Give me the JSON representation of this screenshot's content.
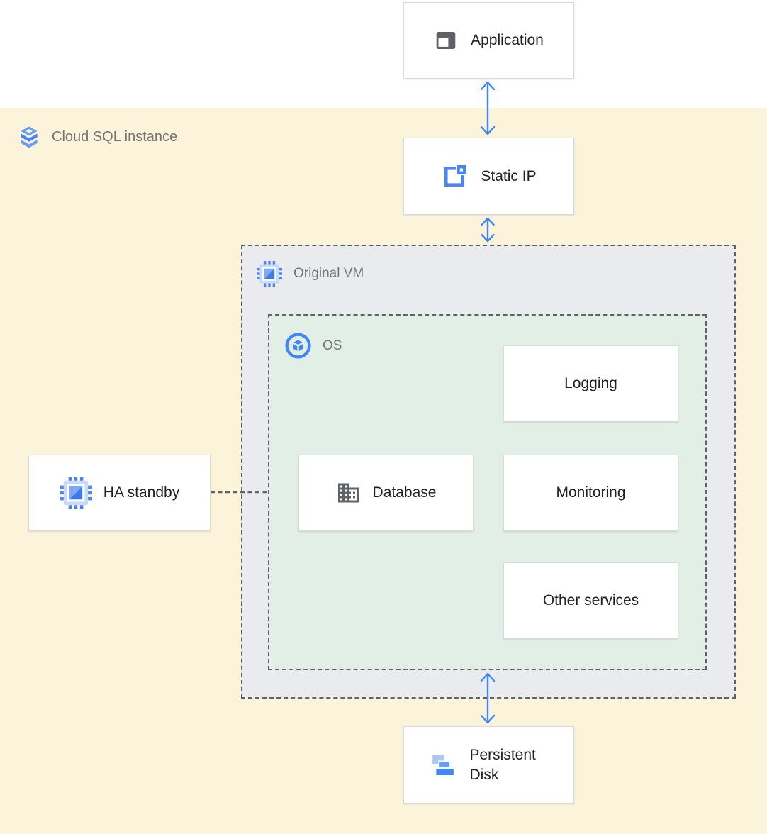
{
  "diagram": {
    "regions": {
      "cloud_sql_instance": {
        "label": "Cloud SQL instance",
        "icon": "cloud-sql-icon",
        "bg": "#FBF3DA"
      },
      "original_vm": {
        "label": "Original VM",
        "icon": "compute-engine-icon",
        "bg": "#EAEBEE"
      },
      "os": {
        "label": "OS",
        "icon": "os-icon",
        "bg": "#E1EFE6"
      }
    },
    "nodes": {
      "application": {
        "label": "Application",
        "icon": "application-window-icon"
      },
      "static_ip": {
        "label": "Static IP",
        "icon": "external-ip-icon"
      },
      "ha_standby": {
        "label": "HA standby",
        "icon": "compute-engine-icon"
      },
      "database": {
        "label": "Database",
        "icon": "building-icon"
      },
      "logging": {
        "label": "Logging"
      },
      "monitoring": {
        "label": "Monitoring"
      },
      "other_services": {
        "label": "Other services"
      },
      "persistent_disk": {
        "label": "Persistent Disk",
        "icon": "persistent-disk-icon"
      }
    },
    "connections": [
      {
        "from": "application",
        "to": "static_ip",
        "style": "double-arrow"
      },
      {
        "from": "static_ip",
        "to": "original_vm",
        "style": "double-arrow"
      },
      {
        "from": "os",
        "to": "persistent_disk",
        "style": "double-arrow"
      },
      {
        "from": "ha_standby",
        "to": "os",
        "style": "dashed-line"
      }
    ],
    "colors": {
      "arrow_blue": "#4285F4",
      "icon_gray": "#5F6368",
      "region_label_gray": "#757575",
      "node_text": "#212121",
      "region_border": "#5F6368",
      "node_border": "#D8DADD",
      "cream_bg": "#FBF3DA",
      "vm_bg": "#EAEBEE",
      "os_bg": "#E1EFE6"
    }
  }
}
